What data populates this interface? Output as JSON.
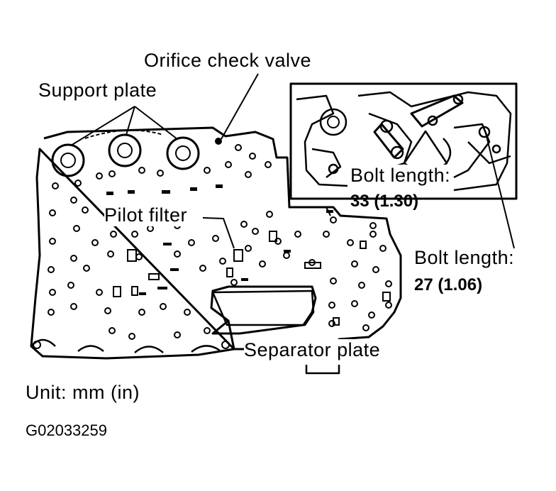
{
  "labels": {
    "orifice_check_valve": "Orifice check valve",
    "support_plate": "Support plate",
    "pilot_filter": "Pilot filter",
    "bolt_length_a": "Bolt length:",
    "bolt_value_a": "33 (1.30)",
    "bolt_length_b": "Bolt length:",
    "bolt_value_b": "27 (1.06)",
    "separator_plate": "Separator plate",
    "unit": "Unit: mm (in)",
    "figure_code": "G02033259"
  },
  "colors": {
    "ink": "#000000",
    "paper": "#ffffff"
  }
}
